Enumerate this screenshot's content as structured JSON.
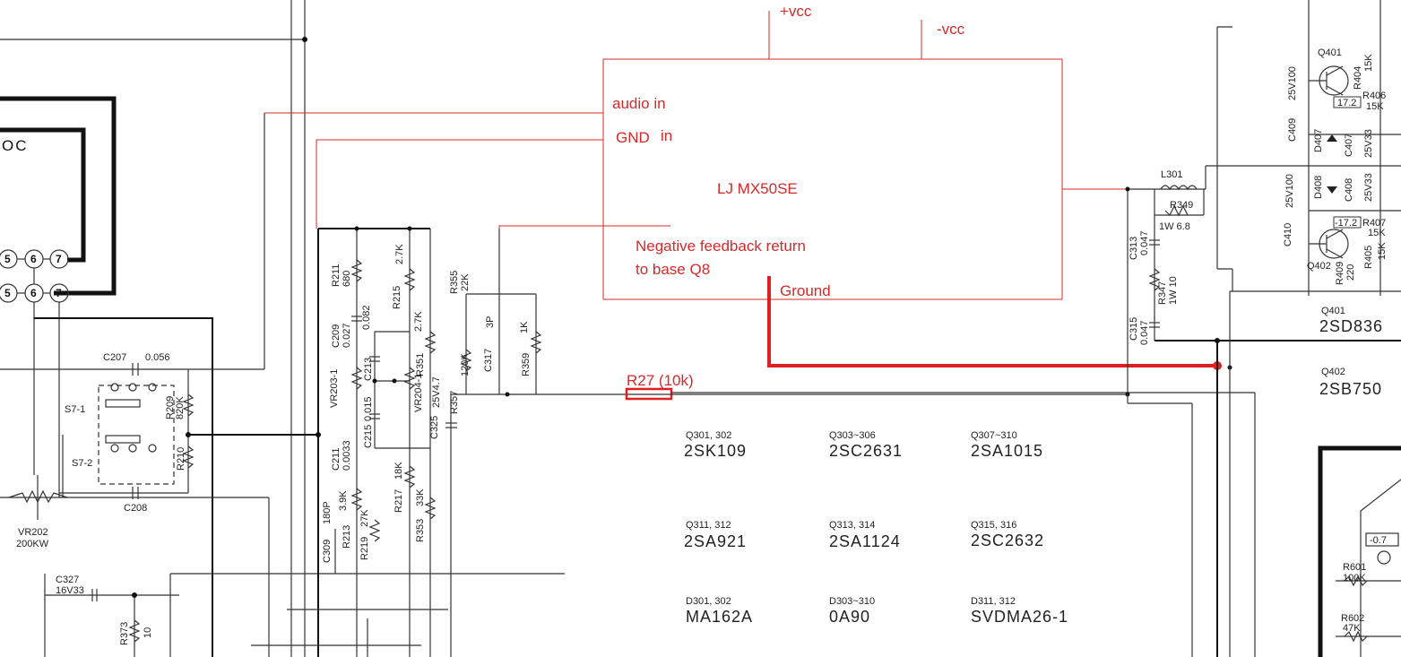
{
  "annotations": {
    "vcc_pos": "+vcc",
    "vcc_neg": "-vcc",
    "audio_in": "audio in",
    "gnd_in_a": "GND",
    "gnd_in_b": "in",
    "module": "LJ MX50SE",
    "feedback_1": "Negative feedback return",
    "feedback_2": "to base Q8",
    "ground": "Ground",
    "r27": "R27 (10k)"
  },
  "colors": {
    "annotation": "#d42a2a",
    "ground_wire": "#e02020",
    "schematic": "#222222"
  },
  "transistor_table": [
    {
      "refs": "Q301, 302",
      "part": "2SK109"
    },
    {
      "refs": "Q303~306",
      "part": "2SC2631"
    },
    {
      "refs": "Q307~310",
      "part": "2SA1015"
    },
    {
      "refs": "Q311, 312",
      "part": "2SA921"
    },
    {
      "refs": "Q313, 314",
      "part": "2SA1124"
    },
    {
      "refs": "Q315, 316",
      "part": "2SC2632"
    },
    {
      "refs": "D301, 302",
      "part": "MA162A"
    },
    {
      "refs": "D303~310",
      "part": "0A90"
    },
    {
      "refs": "D311, 312",
      "part": "SVDMA26-1"
    }
  ],
  "right_table": {
    "q401_ref": "Q401",
    "q401_part": "2SD836",
    "q402_ref": "Q402",
    "q402_part": "2SB750"
  },
  "left_labels": {
    "oc": "OC",
    "pins": [
      "5",
      "6",
      "7",
      "5",
      "6",
      "7"
    ],
    "c207": "C207",
    "c207_val": "0.056",
    "s71": "S7-1",
    "s72": "S7-2",
    "c208": "C208",
    "vr202": "VR202",
    "vr202_val": "200KW",
    "r209": "R209",
    "r209_val": "820K",
    "r210": "R210",
    "c327": "C327",
    "c327_val": "16V33",
    "r373": "R373",
    "r373_val": "10"
  },
  "mid_labels": {
    "r211": "R211",
    "r211_val": "680",
    "c209": "C209",
    "c209_val": "0.027",
    "c213": "C213",
    "c213_val": "0.082",
    "r215": "R215",
    "r215_val": "2.7K",
    "r351": "R351",
    "r351_val": "2.7K",
    "vr203": "VR203-1",
    "vr204": "VR204-1",
    "c215": "C215",
    "c215_val": "0.015",
    "c211": "C211",
    "c211_val": "0.0033",
    "r213": "R213",
    "r213_val": "3.9K",
    "c309": "C309",
    "c309_val": "180P",
    "r219": "R219",
    "r219_val": "27K",
    "r217": "R217",
    "r217_val": "18K",
    "r353": "R353",
    "r353_val": "33K",
    "c325": "C325",
    "c325_val": "25V4.7",
    "r357": "R357",
    "r357_val": "120K",
    "r355": "R355",
    "r355_val": "22K",
    "c317": "C317",
    "c317_val": "3P",
    "r359": "R359",
    "r359_val": "1K"
  },
  "right_labels": {
    "q401": "Q401",
    "q402": "Q402",
    "r404": "R404",
    "r404_val": "15K",
    "r406": "R406",
    "r406_val": "15K",
    "c409": "C409",
    "c409_val": "25V100",
    "d407": "D407",
    "c407": "C407",
    "c407_val": "25V33",
    "box1": "17.2",
    "box2": "-17.2",
    "l301": "L301",
    "r349": "R349",
    "r349_val": "1W 6.8",
    "c313": "C313",
    "c313_val": "0.047",
    "r347": "R347",
    "r347_val": "1W 10",
    "c315": "C315",
    "c315_val": "0.047",
    "c410": "C410",
    "c410_val": "25V100",
    "d408": "D408",
    "c408": "C408",
    "c408_val": "25V33",
    "r407": "R407",
    "r407_val": "15K",
    "r405": "R405",
    "r405_val": "15K",
    "r409": "R409",
    "r409_val": "220",
    "box3": "-0.7",
    "r601": "R601",
    "r601_val": "100K",
    "r602": "R602",
    "r602_val": "47K"
  }
}
